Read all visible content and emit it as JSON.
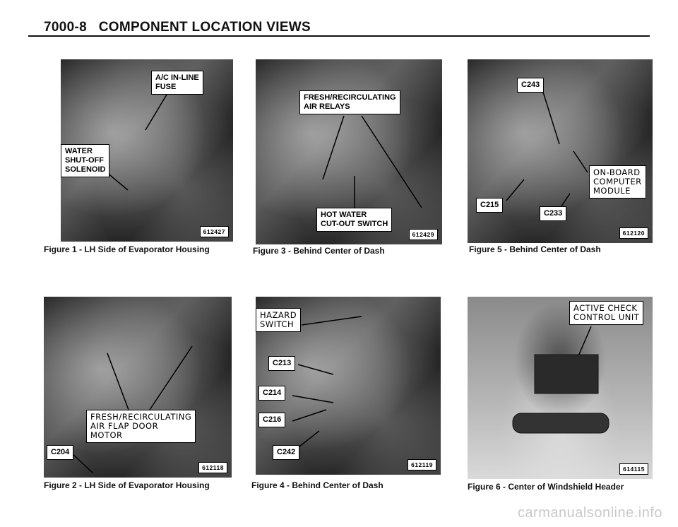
{
  "header": {
    "page": "7000-8",
    "title": "COMPONENT LOCATION VIEWS"
  },
  "figures": [
    {
      "caption": "Figure 1 - LH Side of Evaporator Housing",
      "number": "612427",
      "labels": [
        "A/C IN-LINE\nFUSE",
        "WATER\nSHUT-OFF\nSOLENOID"
      ]
    },
    {
      "caption": "Figure 3 - Behind Center of Dash",
      "number": "612429",
      "labels": [
        "FRESH/RECIRCULATING\nAIR RELAYS",
        "HOT WATER\nCUT-OUT SWITCH"
      ]
    },
    {
      "caption": "Figure 5 - Behind Center of Dash",
      "number": "612120",
      "labels": [
        "C243",
        "ON-BOARD\nCOMPUTER\nMODULE",
        "C215",
        "C233"
      ]
    },
    {
      "caption": "Figure 2 - LH Side of Evaporator Housing",
      "number": "612118",
      "labels": [
        "FRESH/RECIRCULATING\nAIR FLAP DOOR\nMOTOR",
        "C204"
      ]
    },
    {
      "caption": "Figure 4 - Behind Center of Dash",
      "number": "612119",
      "labels": [
        "HAZARD\nSWITCH",
        "C213",
        "C214",
        "C216",
        "C242"
      ]
    },
    {
      "caption": "Figure 6 - Center of Windshield Header",
      "number": "614115",
      "labels": [
        "ACTIVE CHECK\nCONTROL UNIT"
      ]
    }
  ],
  "footer": {
    "watermark": "carmanualsonline.info"
  }
}
